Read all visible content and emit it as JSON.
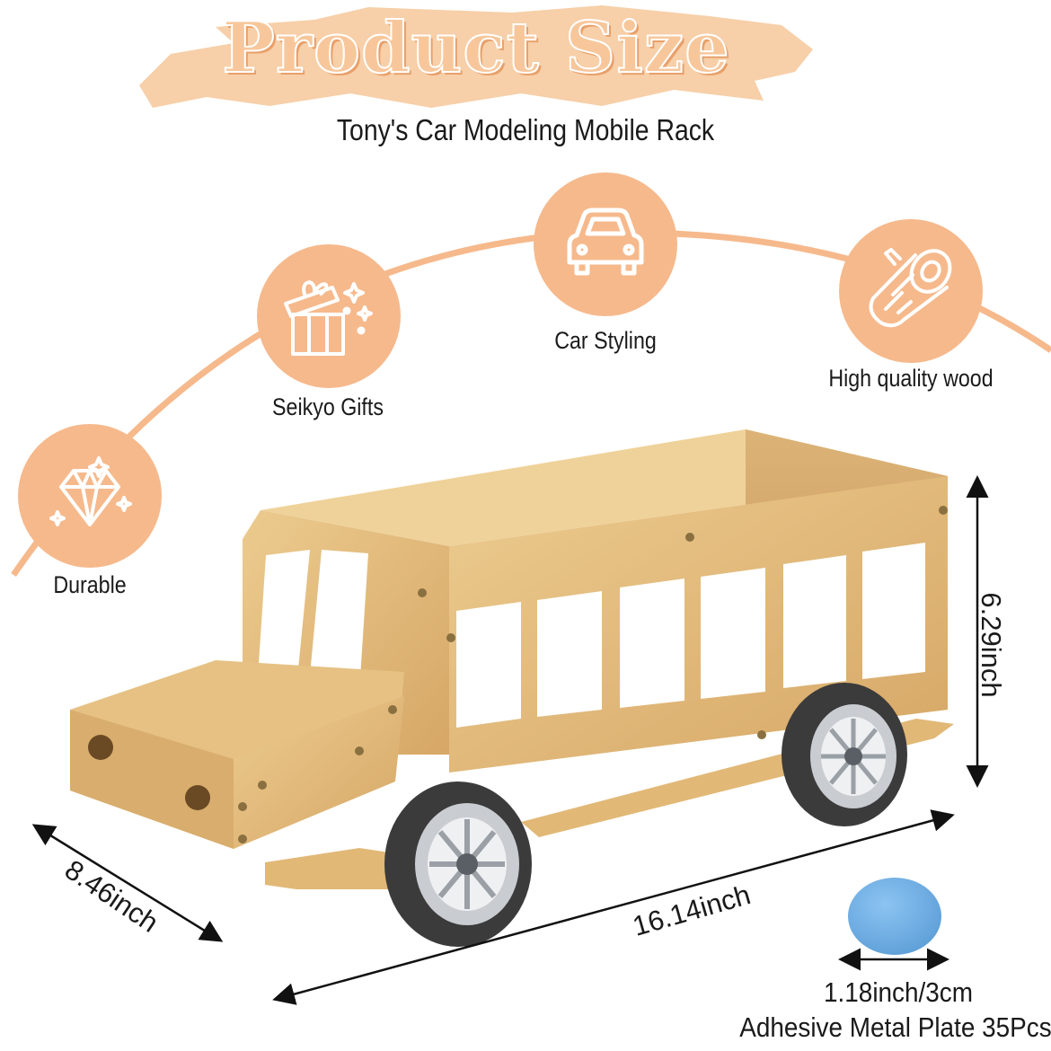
{
  "title": "Product Size",
  "subtitle": "Tony's Car Modeling Mobile Rack",
  "features": [
    {
      "label": "Durable",
      "icon": "diamond-icon"
    },
    {
      "label": "Seikyo Gifts",
      "icon": "gift-box-icon"
    },
    {
      "label": "Car Styling",
      "icon": "car-icon"
    },
    {
      "label": "High quality wood",
      "icon": "wood-log-icon"
    }
  ],
  "dimensions": {
    "height": "6.29inch",
    "width": "8.46inch",
    "length": "16.14inch"
  },
  "accessory": {
    "size": "1.18inch/3cm",
    "name": "Adhesive Metal Plate 35Pcs"
  },
  "colors": {
    "accent": "#f6b98c",
    "title_fill": "#f7c79b",
    "wood": "#e2b877",
    "plate": "#74b4ea"
  }
}
